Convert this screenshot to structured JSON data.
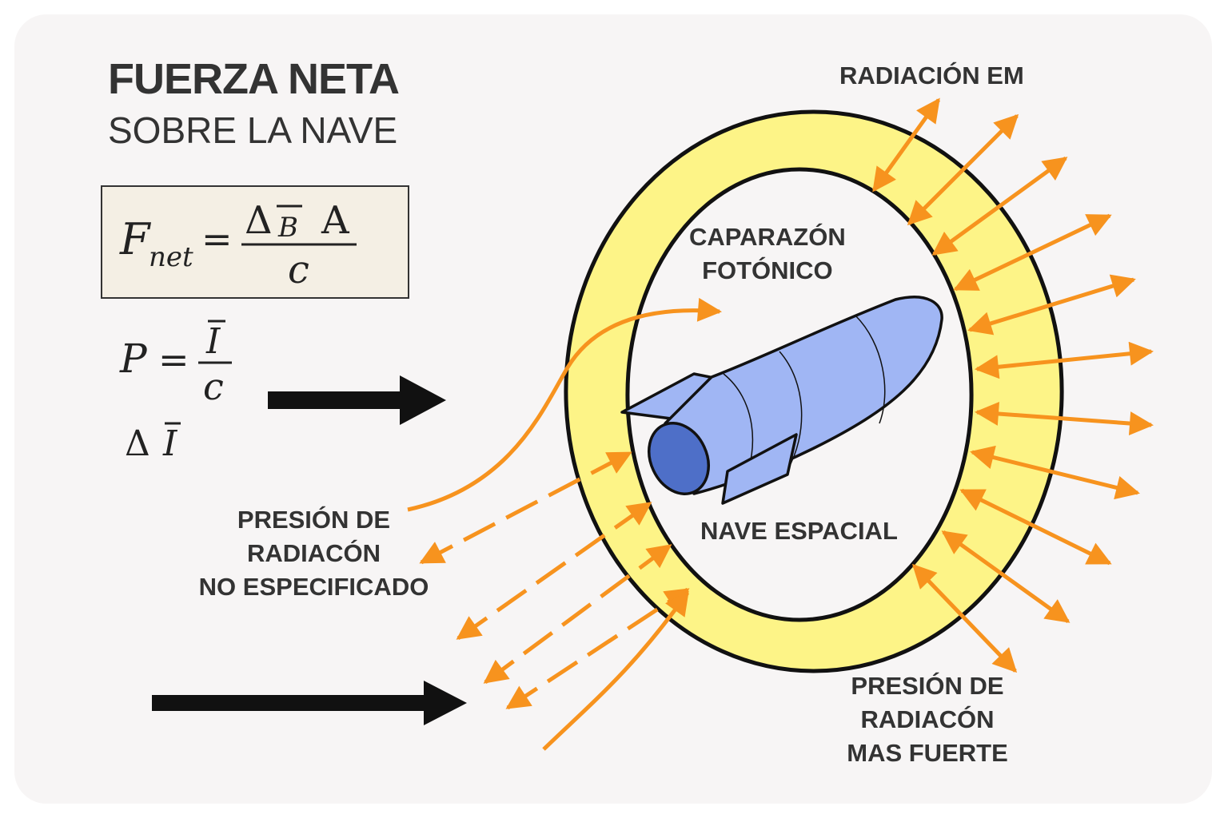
{
  "title": "FUERZA NETA",
  "subtitle": "SOBRE LA NAVE",
  "formula_net": {
    "lhs": "F",
    "lhs_sub": "net",
    "equals": "=",
    "numerator_delta": "Δ",
    "numerator_bar_var": "B",
    "numerator_area": "A",
    "denominator": "c"
  },
  "formula_pressure": {
    "lhs": "P",
    "equals": "=",
    "numerator": "I",
    "denominator": "c"
  },
  "formula_delta": {
    "delta": "Δ",
    "var": "I"
  },
  "labels": {
    "radiation_em": "RADIACIÓN EM",
    "shell": [
      "CAPARAZÓN",
      "FOTÓNICO"
    ],
    "ship": "NAVE ESPACIAL",
    "pressure_unspecified": [
      "PRESIÓN DE",
      "RADIACÓN",
      "NO ESPECIFICADO"
    ],
    "pressure_stronger": [
      "PRESIÓN DE",
      "RADIACÓN",
      "MAS FUERTE"
    ]
  },
  "colors": {
    "shell_fill": "#fdf487",
    "ship_body": "#a0b6f4",
    "ship_nozzle": "#4e6fc8",
    "arrow_orange": "#f7931e",
    "text_dark": "#333333",
    "box_fill": "#f4efe4"
  }
}
